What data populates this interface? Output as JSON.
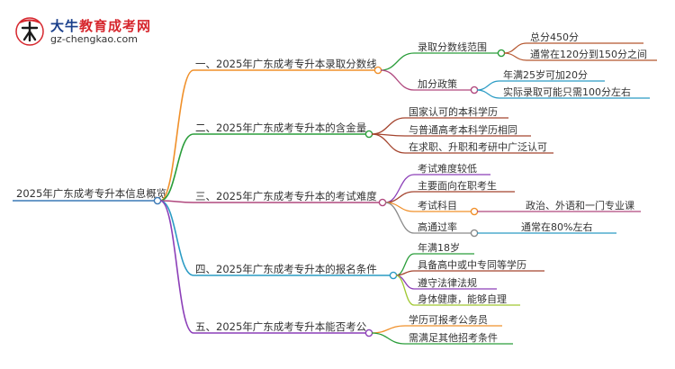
{
  "brand": {
    "name_part1": "大牛",
    "name_part2": "教育成考网",
    "url": "gz-chengkao.com",
    "logo_glyph": "大牛"
  },
  "root": {
    "label": "2025年广东成考专升本信息概览"
  },
  "branches": [
    {
      "label": "一、2025年广东成考专升本录取分数线",
      "color": "#f0902a",
      "children": [
        {
          "label": "录取分数线范围",
          "color": "#2a9d3a",
          "children": [
            {
              "label": "总分450分",
              "color": "#b5562e"
            },
            {
              "label": "通常在120分到150分之间",
              "color": "#b5562e"
            }
          ]
        },
        {
          "label": "加分政策",
          "color": "#b0487e",
          "children": [
            {
              "label": "年满25岁可加20分",
              "color": "#2a9bc4"
            },
            {
              "label": "实际录取可能只需100分左右",
              "color": "#2a9bc4"
            }
          ]
        }
      ]
    },
    {
      "label": "二、2025年广东成考专升本的含金量",
      "color": "#2a9d3a",
      "children": [
        {
          "label": "国家认可的本科学历",
          "color": "#a4442e"
        },
        {
          "label": "与普通高考本科学历相同",
          "color": "#a4442e"
        },
        {
          "label": "在求职、升职和考研中广泛认可",
          "color": "#a4442e"
        }
      ]
    },
    {
      "label": "三、2025年广东成考专升本的考试难度",
      "color": "#b0487e",
      "children": [
        {
          "label": "考试难度较低",
          "color": "#8c3fb8"
        },
        {
          "label": "主要面向在职考生",
          "color": "#a4442e"
        },
        {
          "label": "考试科目",
          "color": "#f0902a",
          "children": [
            {
              "label": "政治、外语和一门专业课",
              "color": "#b0487e"
            }
          ]
        },
        {
          "label": "高通过率",
          "color": "#8a8a8a",
          "children": [
            {
              "label": "通常在80%左右",
              "color": "#2a9bc4"
            }
          ]
        }
      ]
    },
    {
      "label": "四、2025年广东成考专升本的报名条件",
      "color": "#2a9bc4",
      "children": [
        {
          "label": "年满18岁",
          "color": "#2a9d3a"
        },
        {
          "label": "具备高中或中专同等学历",
          "color": "#a4442e"
        },
        {
          "label": "遵守法律法规",
          "color": "#8c3fb8"
        },
        {
          "label": "身体健康，能够自理",
          "color": "#a0c832"
        }
      ]
    },
    {
      "label": "五、2025年广东成考专升本能否考公",
      "color": "#8c3fb8",
      "children": [
        {
          "label": "学历可报考公务员",
          "color": "#f0902a"
        },
        {
          "label": "需满足其他招考条件",
          "color": "#2a9d3a"
        }
      ]
    }
  ],
  "colors": {
    "root_line": "#3a78b5",
    "text": "#333333",
    "node_fill": "#ffffff"
  }
}
